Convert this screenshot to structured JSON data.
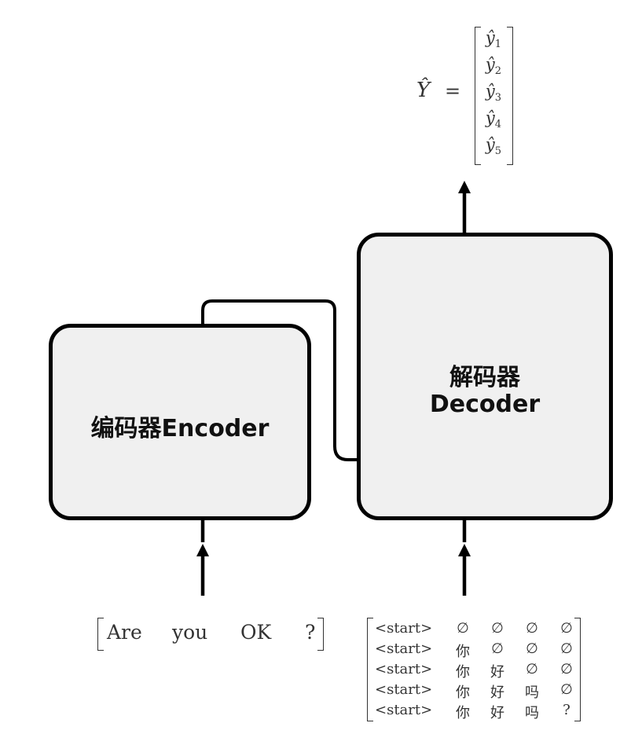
{
  "encoder": {
    "label": "编码器Encoder"
  },
  "decoder": {
    "label_zh": "解码器",
    "label_en": "Decoder"
  },
  "output": {
    "lhs": "Ŷ",
    "equals": "=",
    "entries": [
      {
        "base": "ŷ",
        "sub": "1"
      },
      {
        "base": "ŷ",
        "sub": "2"
      },
      {
        "base": "ŷ",
        "sub": "3"
      },
      {
        "base": "ŷ",
        "sub": "4"
      },
      {
        "base": "ŷ",
        "sub": "5"
      }
    ]
  },
  "encoder_input": {
    "tokens": [
      "Are",
      "you",
      "OK",
      "?"
    ]
  },
  "decoder_input": {
    "rows": [
      [
        "<start>",
        "∅",
        "∅",
        "∅",
        "∅"
      ],
      [
        "<start>",
        "你",
        "∅",
        "∅",
        "∅"
      ],
      [
        "<start>",
        "你",
        "好",
        "∅",
        "∅"
      ],
      [
        "<start>",
        "你",
        "好",
        "吗",
        "∅"
      ],
      [
        "<start>",
        "你",
        "好",
        "吗",
        "?"
      ]
    ]
  }
}
